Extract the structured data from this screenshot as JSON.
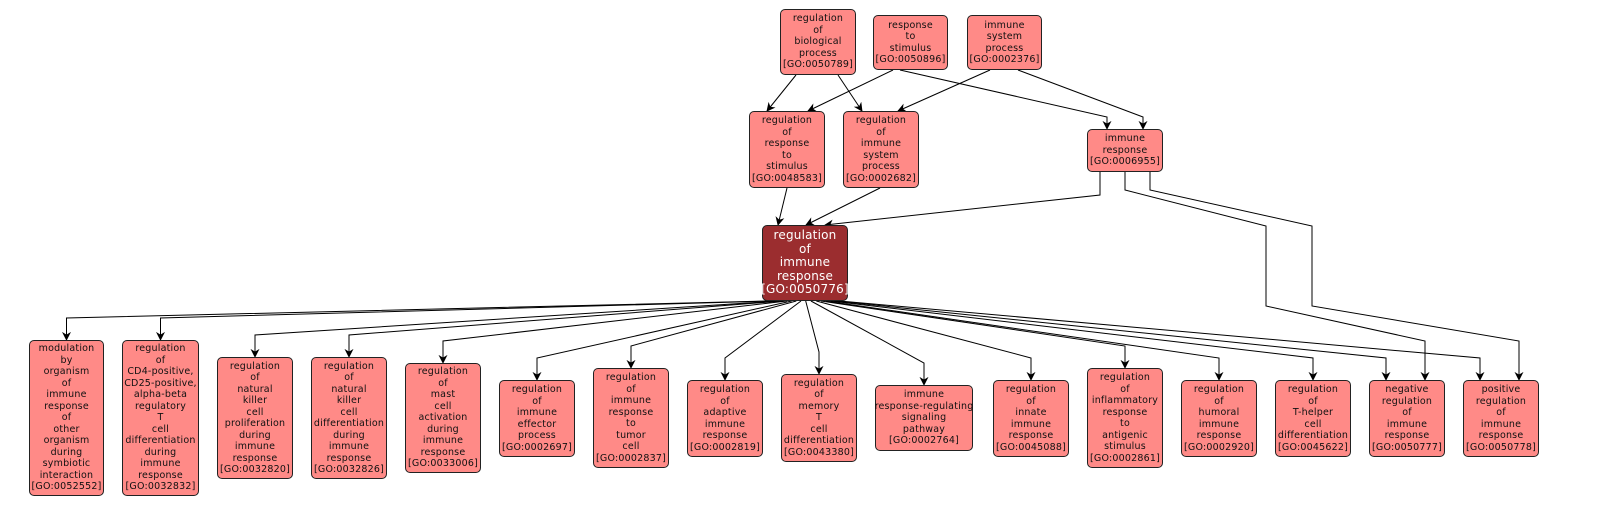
{
  "diagram": {
    "colors": {
      "node_fill": "#ff8a87",
      "focus_fill": "#9b2d2f",
      "edge": "#000000",
      "border": "#222222"
    },
    "nodes": [
      {
        "id": "GO:0050789",
        "lines": [
          "regulation",
          "of",
          "biological",
          "process"
        ],
        "go": "[GO:0050789]"
      },
      {
        "id": "GO:0050896",
        "lines": [
          "response",
          "to",
          "stimulus"
        ],
        "go": "[GO:0050896]"
      },
      {
        "id": "GO:0002376",
        "lines": [
          "immune",
          "system",
          "process"
        ],
        "go": "[GO:0002376]"
      },
      {
        "id": "GO:0048583",
        "lines": [
          "regulation",
          "of",
          "response",
          "to",
          "stimulus"
        ],
        "go": "[GO:0048583]"
      },
      {
        "id": "GO:0002682",
        "lines": [
          "regulation",
          "of",
          "immune",
          "system",
          "process"
        ],
        "go": "[GO:0002682]"
      },
      {
        "id": "GO:0006955",
        "lines": [
          "immune",
          "response"
        ],
        "go": "[GO:0006955]"
      },
      {
        "id": "GO:0050776",
        "lines": [
          "regulation",
          "of",
          "immune",
          "response"
        ],
        "go": "[GO:0050776]",
        "focus": true
      },
      {
        "id": "GO:0052552",
        "lines": [
          "modulation",
          "by",
          "organism",
          "of",
          "immune",
          "response",
          "of",
          "other",
          "organism",
          "during",
          "symbiotic",
          "interaction"
        ],
        "go": "[GO:0052552]"
      },
      {
        "id": "GO:0032832",
        "lines": [
          "regulation",
          "of",
          "CD4-positive,",
          "CD25-positive,",
          "alpha-beta",
          "regulatory",
          "T",
          "cell",
          "differentiation",
          "during",
          "immune",
          "response"
        ],
        "go": "[GO:0032832]"
      },
      {
        "id": "GO:0032820",
        "lines": [
          "regulation",
          "of",
          "natural",
          "killer",
          "cell",
          "proliferation",
          "during",
          "immune",
          "response"
        ],
        "go": "[GO:0032820]"
      },
      {
        "id": "GO:0032826",
        "lines": [
          "regulation",
          "of",
          "natural",
          "killer",
          "cell",
          "differentiation",
          "during",
          "immune",
          "response"
        ],
        "go": "[GO:0032826]"
      },
      {
        "id": "GO:0033006",
        "lines": [
          "regulation",
          "of",
          "mast",
          "cell",
          "activation",
          "during",
          "immune",
          "response"
        ],
        "go": "[GO:0033006]"
      },
      {
        "id": "GO:0002697",
        "lines": [
          "regulation",
          "of",
          "immune",
          "effector",
          "process"
        ],
        "go": "[GO:0002697]"
      },
      {
        "id": "GO:0002837",
        "lines": [
          "regulation",
          "of",
          "immune",
          "response",
          "to",
          "tumor",
          "cell"
        ],
        "go": "[GO:0002837]"
      },
      {
        "id": "GO:0002819",
        "lines": [
          "regulation",
          "of",
          "adaptive",
          "immune",
          "response"
        ],
        "go": "[GO:0002819]"
      },
      {
        "id": "GO:0043380",
        "lines": [
          "regulation",
          "of",
          "memory",
          "T",
          "cell",
          "differentiation"
        ],
        "go": "[GO:0043380]"
      },
      {
        "id": "GO:0002764",
        "lines": [
          "immune",
          "response-regulating",
          "signaling",
          "pathway"
        ],
        "go": "[GO:0002764]"
      },
      {
        "id": "GO:0045088",
        "lines": [
          "regulation",
          "of",
          "innate",
          "immune",
          "response"
        ],
        "go": "[GO:0045088]"
      },
      {
        "id": "GO:0002861",
        "lines": [
          "regulation",
          "of",
          "inflammatory",
          "response",
          "to",
          "antigenic",
          "stimulus"
        ],
        "go": "[GO:0002861]"
      },
      {
        "id": "GO:0002920",
        "lines": [
          "regulation",
          "of",
          "humoral",
          "immune",
          "response"
        ],
        "go": "[GO:0002920]"
      },
      {
        "id": "GO:0045622",
        "lines": [
          "regulation",
          "of",
          "T-helper",
          "cell",
          "differentiation"
        ],
        "go": "[GO:0045622]"
      },
      {
        "id": "GO:0050777",
        "lines": [
          "negative",
          "regulation",
          "of",
          "immune",
          "response"
        ],
        "go": "[GO:0050777]"
      },
      {
        "id": "GO:0050778",
        "lines": [
          "positive",
          "regulation",
          "of",
          "immune",
          "response"
        ],
        "go": "[GO:0050778]"
      }
    ],
    "edges": [
      [
        "GO:0050789",
        "GO:0048583"
      ],
      [
        "GO:0050789",
        "GO:0002682"
      ],
      [
        "GO:0050896",
        "GO:0048583"
      ],
      [
        "GO:0050896",
        "GO:0006955"
      ],
      [
        "GO:0002376",
        "GO:0002682"
      ],
      [
        "GO:0002376",
        "GO:0006955"
      ],
      [
        "GO:0048583",
        "GO:0050776"
      ],
      [
        "GO:0002682",
        "GO:0050776"
      ],
      [
        "GO:0006955",
        "GO:0050776"
      ],
      [
        "GO:0006955",
        "GO:0050777"
      ],
      [
        "GO:0006955",
        "GO:0050778"
      ],
      [
        "GO:0050776",
        "GO:0052552"
      ],
      [
        "GO:0050776",
        "GO:0032832"
      ],
      [
        "GO:0050776",
        "GO:0032820"
      ],
      [
        "GO:0050776",
        "GO:0032826"
      ],
      [
        "GO:0050776",
        "GO:0033006"
      ],
      [
        "GO:0050776",
        "GO:0002697"
      ],
      [
        "GO:0050776",
        "GO:0002837"
      ],
      [
        "GO:0050776",
        "GO:0002819"
      ],
      [
        "GO:0050776",
        "GO:0043380"
      ],
      [
        "GO:0050776",
        "GO:0002764"
      ],
      [
        "GO:0050776",
        "GO:0045088"
      ],
      [
        "GO:0050776",
        "GO:0002861"
      ],
      [
        "GO:0050776",
        "GO:0002920"
      ],
      [
        "GO:0050776",
        "GO:0045622"
      ],
      [
        "GO:0050776",
        "GO:0050777"
      ],
      [
        "GO:0050776",
        "GO:0050778"
      ]
    ]
  }
}
